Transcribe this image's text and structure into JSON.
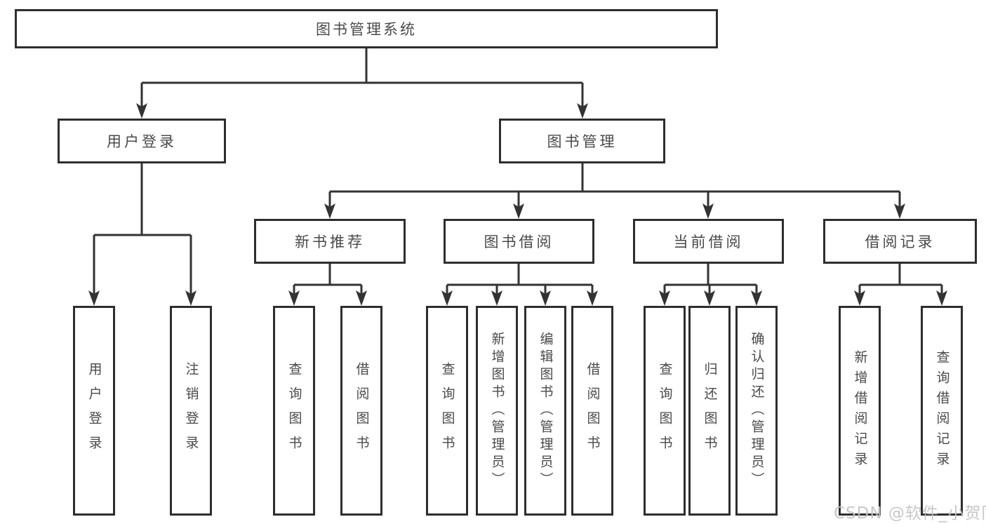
{
  "diagram": {
    "type": "hierarchy-tree",
    "root": {
      "label": "图书管理系统"
    },
    "level1": [
      {
        "id": "user-login",
        "label": "用户登录"
      },
      {
        "id": "book-management",
        "label": "图书管理"
      }
    ],
    "level2": [
      {
        "id": "new-book-recommend",
        "parent": "图书管理",
        "label": "新书推荐"
      },
      {
        "id": "book-borrow",
        "parent": "图书管理",
        "label": "图书借阅"
      },
      {
        "id": "current-borrow",
        "parent": "图书管理",
        "label": "当前借阅"
      },
      {
        "id": "borrow-records",
        "parent": "图书管理",
        "label": "借阅记录"
      }
    ],
    "leaves": [
      {
        "parent": "用户登录",
        "label": "用户登录"
      },
      {
        "parent": "用户登录",
        "label": "注销登录"
      },
      {
        "parent": "新书推荐",
        "label": "查询图书"
      },
      {
        "parent": "新书推荐",
        "label": "借阅图书"
      },
      {
        "parent": "图书借阅",
        "label": "查询图书"
      },
      {
        "parent": "图书借阅",
        "label": "新增图书（管理员）"
      },
      {
        "parent": "图书借阅",
        "label": "编辑图书（管理员）"
      },
      {
        "parent": "图书借阅",
        "label": "借阅图书"
      },
      {
        "parent": "当前借阅",
        "label": "查询图书"
      },
      {
        "parent": "当前借阅",
        "label": "归还图书"
      },
      {
        "parent": "当前借阅",
        "label": "确认归还（管理员）"
      },
      {
        "parent": "借阅记录",
        "label": "新增借阅记录"
      },
      {
        "parent": "借阅记录",
        "label": "查询借阅记录"
      }
    ],
    "watermark": "CSDN @软件_小贺同学",
    "colors": {
      "line": "#333333",
      "box_border": "#2e2e2e",
      "text": "#4a4a4a",
      "watermark": "#c3c3c3",
      "background": "#ffffff"
    }
  }
}
